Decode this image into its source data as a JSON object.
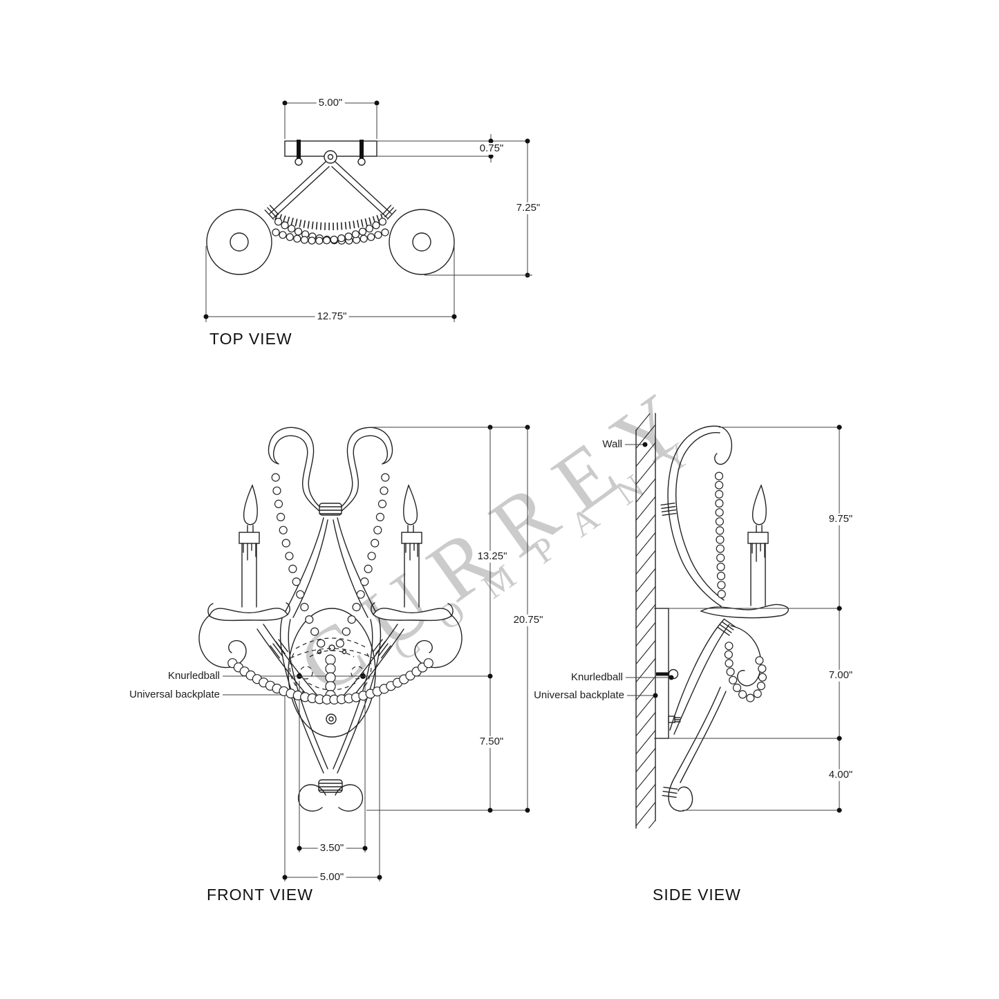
{
  "watermark": {
    "primary": "CURREY",
    "secondary": "COMPANY"
  },
  "top_view": {
    "title": "TOP VIEW",
    "dim_backplate_width": "5.00\"",
    "dim_thickness": "0.75\"",
    "dim_depth": "7.25\"",
    "dim_overall_width": "12.75\""
  },
  "front_view": {
    "title": "FRONT VIEW",
    "dim_upper_height": "13.25\"",
    "dim_overall_height": "20.75\"",
    "dim_lower_height": "7.50\"",
    "dim_inner_width": "3.50\"",
    "dim_backplate_width": "5.00\"",
    "callout_knurledball": "Knurledball",
    "callout_backplate": "Universal backplate"
  },
  "side_view": {
    "title": "SIDE VIEW",
    "dim_upper": "9.75\"",
    "dim_middle": "7.00\"",
    "dim_lower": "4.00\"",
    "callout_wall": "Wall",
    "callout_knurledball": "Knurledball",
    "callout_backplate": "Universal backplate"
  }
}
